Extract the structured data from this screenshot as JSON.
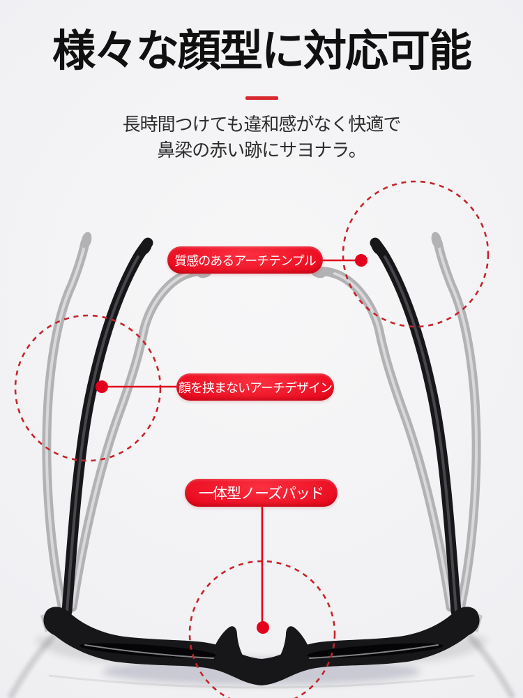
{
  "header": {
    "title": "様々な顔型に対応可能",
    "subtitle_lines": [
      "長時間つけても違和感がなく快適で",
      "鼻梁の赤い跡にサヨナラ。"
    ]
  },
  "callouts": [
    {
      "label": "質感のあるアーチテンプル"
    },
    {
      "label": "顔を挟まないアーチデザイン"
    },
    {
      "label": "一体型ノーズパッド"
    }
  ],
  "colors": {
    "pill-red": "#e50016",
    "pill-red-light": "#fb3040",
    "line-red": "#e3001c",
    "circle-red": "#c5242c",
    "divider-red": "#d7282e",
    "title-color": "#101010",
    "subtitle-color": "#2d2d2d",
    "temple-gray": "#b2b2b4",
    "frame-black": "#17171a",
    "bg-inner": "#f7f7f8",
    "bg-outer": "#ebebee"
  }
}
